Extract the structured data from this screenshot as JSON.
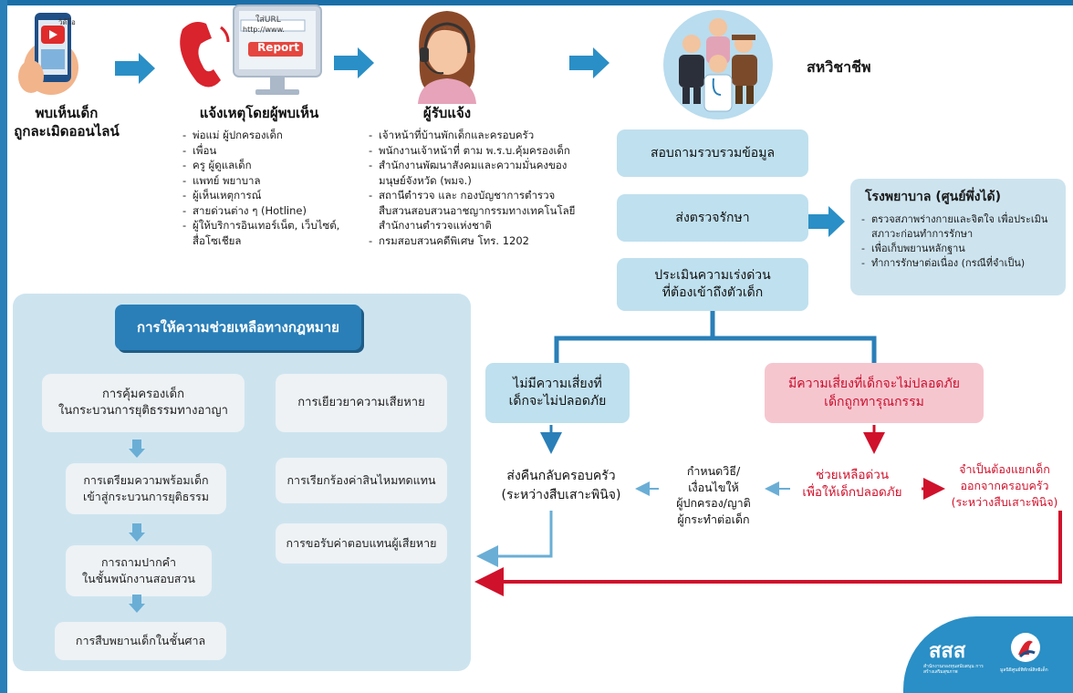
{
  "colors": {
    "accent": "#2a7fb8",
    "pill": "#bfe0ee",
    "panel": "#cde4ef",
    "danger": "#d0112b",
    "danger_bg": "#f6c6cf"
  },
  "icons": {
    "phone_video": "smartphone-video-icon",
    "report": "phone-report-monitor-icon",
    "receiver": "woman-headset-icon",
    "team": "multidisciplinary-team-icon"
  },
  "step1": {
    "title_line1": "พบเห็นเด็ก",
    "title_line2": "ถูกละเมิดออนไลน์",
    "phone_caption": "วิดีโอ"
  },
  "step2": {
    "title": "แจ้งเหตุโดยผู้พบเห็น",
    "monitor_url": "ใส่URL",
    "monitor_www": "http://www.",
    "monitor_report": "Report",
    "items": [
      "พ่อแม่ ผู้ปกครองเด็ก",
      "เพื่อน",
      "ครู ผู้ดูแลเด็ก",
      "แพทย์ พยาบาล",
      "ผู้เห็นเหตุการณ์",
      "สายด่วนต่าง ๆ (Hotline)",
      "ผู้ให้บริการอินเทอร์เน็ต, เว็บไซต์, สื่อโซเชียล"
    ]
  },
  "step3": {
    "title": "ผู้รับแจ้ง",
    "items": [
      "เจ้าหน้าที่บ้านพักเด็กและครอบครัว",
      "พนักงานเจ้าหน้าที่ ตาม พ.ร.บ.คุ้มครองเด็ก",
      "สำนักงานพัฒนาสังคมและความมั่นคงของมนุษย์จังหวัด (พมจ.)",
      "สถานีตำรวจ และ กองบัญชาการตำรวจสืบสวนสอบสวนอาชญากรรมทางเทคโนโลยี สำนักงานตำรวจแห่งชาติ",
      "กรมสอบสวนคดีพิเศษ โทร. 1202"
    ]
  },
  "step4": {
    "title": "สหวิชาชีพ"
  },
  "process": {
    "collect": "สอบถามรวบรวมข้อมูล",
    "treat": "ส่งตรวจรักษา",
    "assess_line1": "ประเมินความเร่งด่วน",
    "assess_line2": "ที่ต้องเข้าถึงตัวเด็ก"
  },
  "hospital": {
    "title": "โรงพยาบาล (ศูนย์พึ่งได้)",
    "items": [
      "ตรวจสภาพร่างกายและจิตใจ เพื่อประเมินสภาวะก่อนทำการรักษา",
      "เพื่อเก็บพยานหลักฐาน",
      "ทำการรักษาต่อเนื่อง (กรณีที่จำเป็น)"
    ]
  },
  "norisk": {
    "line1": "ไม่มีความเสี่ยงที่",
    "line2": "เด็กจะไม่ปลอดภัย"
  },
  "risk": {
    "line1": "มีความเสี่ยงที่เด็กจะไม่ปลอดภัย",
    "line2": "เด็กถูกทารุณกรรม"
  },
  "return_family": {
    "line1": "ส่งคืนกลับครอบครัว",
    "line2": "(ระหว่างสืบเสาะพินิจ)"
  },
  "conditions": {
    "line1": "กำหนดวิธี/",
    "line2": "เงื่อนไขให้",
    "line3": "ผู้ปกครอง/ญาติ",
    "line4": "ผู้กระทำต่อเด็ก"
  },
  "urgent": {
    "line1": "ช่วยเหลือด่วน",
    "line2": "เพื่อให้เด็กปลอดภัย"
  },
  "separate": {
    "line1": "จำเป็นต้องแยกเด็ก",
    "line2": "ออกจากครอบครัว",
    "line3": "(ระหว่างสืบเสาะพินิจ)"
  },
  "legal": {
    "header": "การให้ความช่วยเหลือทางกฎหมาย",
    "protect_line1": "การคุ้มครองเด็ก",
    "protect_line2": "ในกระบวนการยุติธรรมทางอาญา",
    "prepare_line1": "การเตรียมความพร้อมเด็ก",
    "prepare_line2": "เข้าสู่กระบวนการยุติธรรม",
    "interview_line1": "การถามปากคำ",
    "interview_line2": "ในชั้นพนักงานสอบสวน",
    "court": "การสืบพยานเด็กในชั้นศาล",
    "remedy": "การเยียวยาความเสียหาย",
    "compensation": "การเรียกร้องค่าสินไหมทดแทน",
    "victim_comp": "การขอรับค่าตอบแทนผู้เสียหาย"
  },
  "logos": {
    "sss": "สสส",
    "sss_caption": "สำนักงานกองทุนสนับสนุน การสร้างเสริมสุขภาพ",
    "fdn_caption": "มูลนิธิศูนย์พิทักษ์สิทธิเด็ก"
  }
}
